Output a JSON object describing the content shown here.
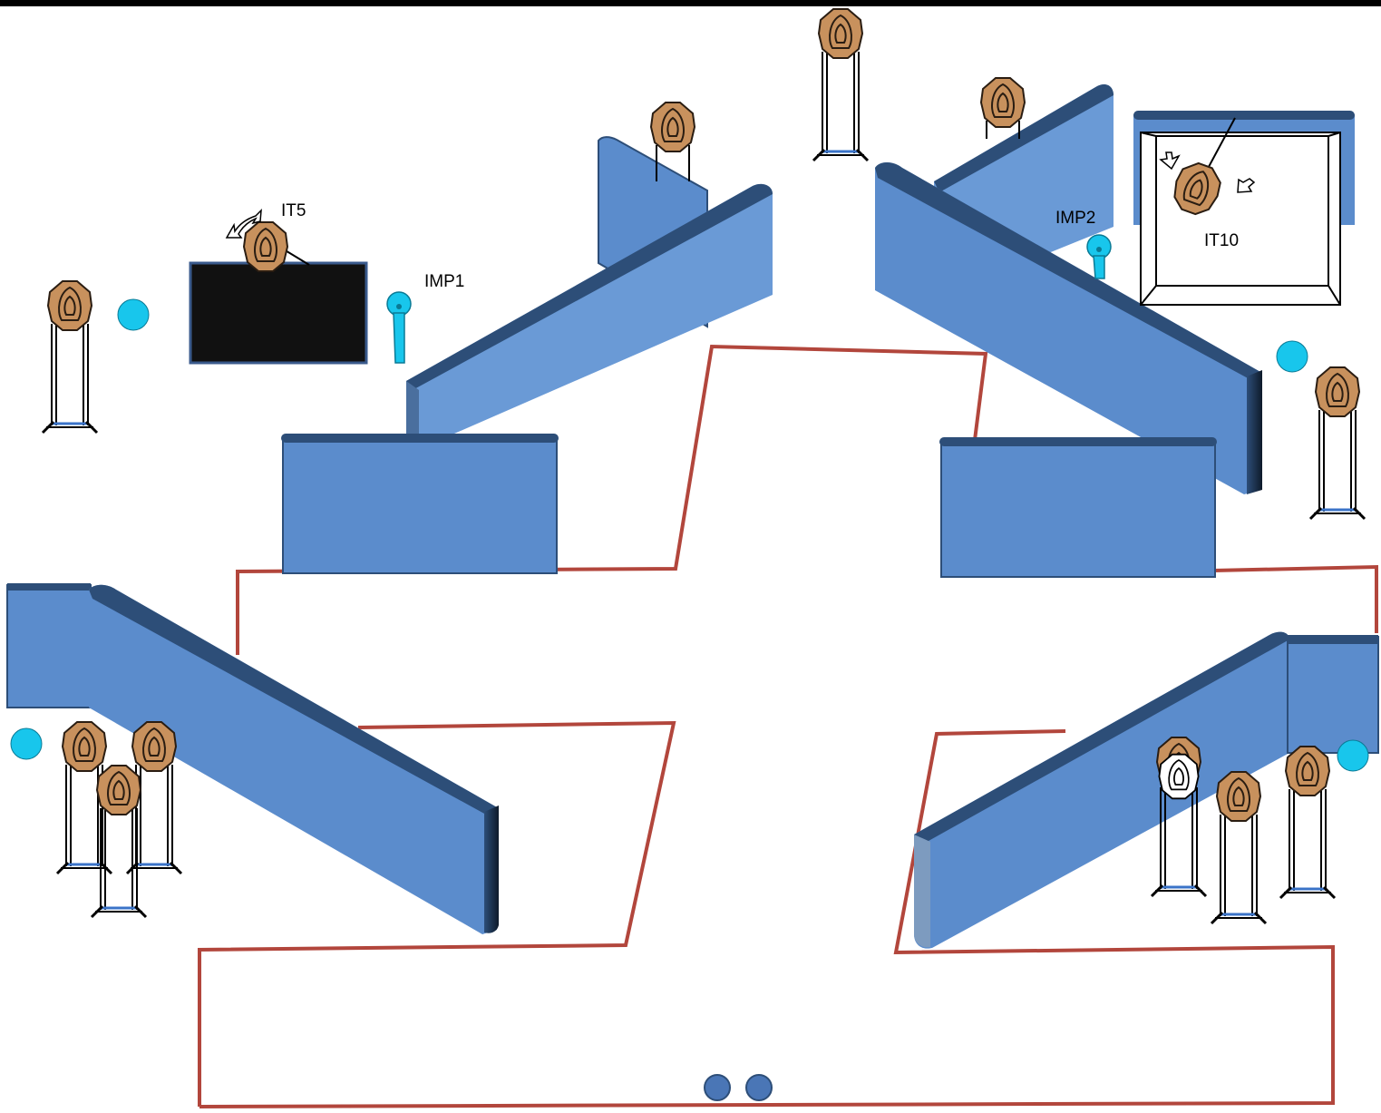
{
  "diagram": {
    "labels": {
      "it5": "IT5",
      "imp1": "IMP1",
      "imp2": "IMP2",
      "it10": "IT10"
    },
    "colors": {
      "wall_face": "#5b8ccc",
      "wall_light": "#6a9ad6",
      "wall_top": "#2d4e78",
      "wall_end": "#0e1a2a",
      "target_fill": "#c8915d",
      "target_line": "#3a2a1a",
      "no_shoot_fill": "#ffffff",
      "marker": "#18c6ec",
      "start_marker": "#4a76b6",
      "fault_line": "#b2463c",
      "obstacle": "#111111",
      "stand_base": "#3a73c8"
    },
    "icons": {
      "target": "steel-octagon-target-icon",
      "no_shoot": "no-shoot-target-icon",
      "marker": "shooting-position-marker-icon",
      "popper": "popper-target-icon",
      "swinger": "swinging-target-arrows-icon",
      "start": "start-position-icon"
    }
  }
}
